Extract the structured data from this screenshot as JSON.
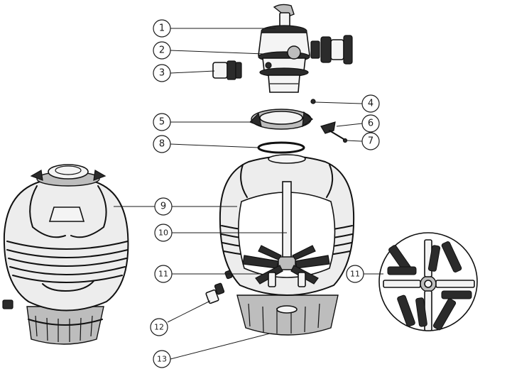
{
  "callouts": [
    {
      "id": "c1",
      "label": "1"
    },
    {
      "id": "c2",
      "label": "2"
    },
    {
      "id": "c3",
      "label": "3"
    },
    {
      "id": "c4",
      "label": "4"
    },
    {
      "id": "c5",
      "label": "5"
    },
    {
      "id": "c6",
      "label": "6"
    },
    {
      "id": "c7",
      "label": "7"
    },
    {
      "id": "c8",
      "label": "8"
    },
    {
      "id": "c9",
      "label": "9"
    },
    {
      "id": "c10",
      "label": "10"
    },
    {
      "id": "c11a",
      "label": "11"
    },
    {
      "id": "c11b",
      "label": "11"
    },
    {
      "id": "c12",
      "label": "12"
    },
    {
      "id": "c13",
      "label": "13"
    }
  ],
  "parts": {
    "multiport_valve": "multiport-valve",
    "union_connector": "union-connector",
    "filter_tank": "filter-tank",
    "lateral_assembly": "lateral-assembly",
    "base": "tank-base"
  },
  "colors": {
    "ink": "#111111",
    "tank_fill": "#ededed",
    "dark_part": "#2b2b2b"
  }
}
